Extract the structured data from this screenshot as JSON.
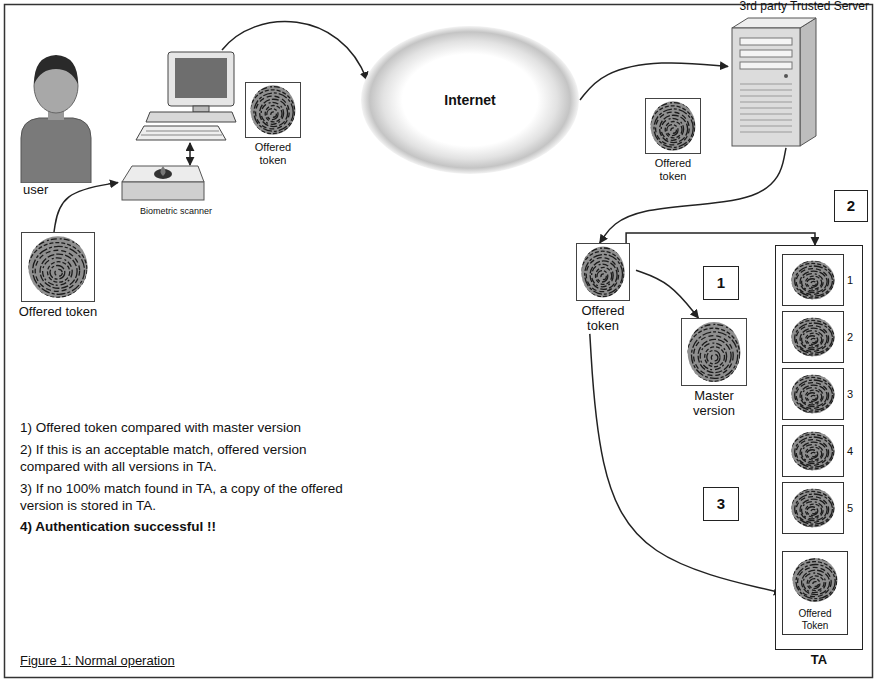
{
  "diagram": {
    "caption": "Figure 1: Normal operation",
    "nodes": [
      {
        "text": [
          "user"
        ]
      },
      {
        "text": [
          "Offered token"
        ]
      },
      {
        "text": [
          "Biometric scanner"
        ]
      },
      {
        "text": [
          "Offered token"
        ]
      },
      {
        "text": [
          "Internet"
        ]
      },
      {
        "text": [
          "3rd party Trusted Server"
        ]
      },
      {
        "text": [
          "Offered token"
        ]
      },
      {
        "text": [
          "Offered token"
        ]
      },
      {
        "text": [
          "Master version"
        ]
      },
      {
        "text": [
          "TA"
        ]
      },
      {
        "text": [
          "1"
        ],
        "in": 9
      },
      {
        "text": [
          "2"
        ],
        "in": 9
      },
      {
        "text": [
          "3"
        ],
        "in": 9
      },
      {
        "text": [
          "4"
        ],
        "in": 9
      },
      {
        "text": [
          "5"
        ],
        "in": 9
      },
      {
        "text": [
          "Offered Token"
        ],
        "in": 9
      },
      {
        "text": [
          "1"
        ]
      },
      {
        "text": [
          "2"
        ]
      },
      {
        "text": [
          "3"
        ]
      }
    ],
    "edges": [
      {
        "from": 1,
        "to": 2,
        "arrow": "to"
      },
      {
        "from": 4,
        "to": 5,
        "arrow": "to"
      },
      {
        "from": 5,
        "to": 7,
        "arrow": "to"
      },
      {
        "from": 7,
        "to": 8,
        "arrow": "to"
      },
      {
        "from": 7,
        "to": 9,
        "arrow": "to"
      },
      {
        "from": 7,
        "to": 15,
        "arrow": "to"
      }
    ],
    "labels": [
      "1) Offered token compared with master version",
      "2) If this is an acceptable match, offered version compared with all versions in TA.",
      "3) If no 100% match found in TA, a copy of the offered version is stored in TA.",
      "4) Authentication successful !!"
    ]
  }
}
